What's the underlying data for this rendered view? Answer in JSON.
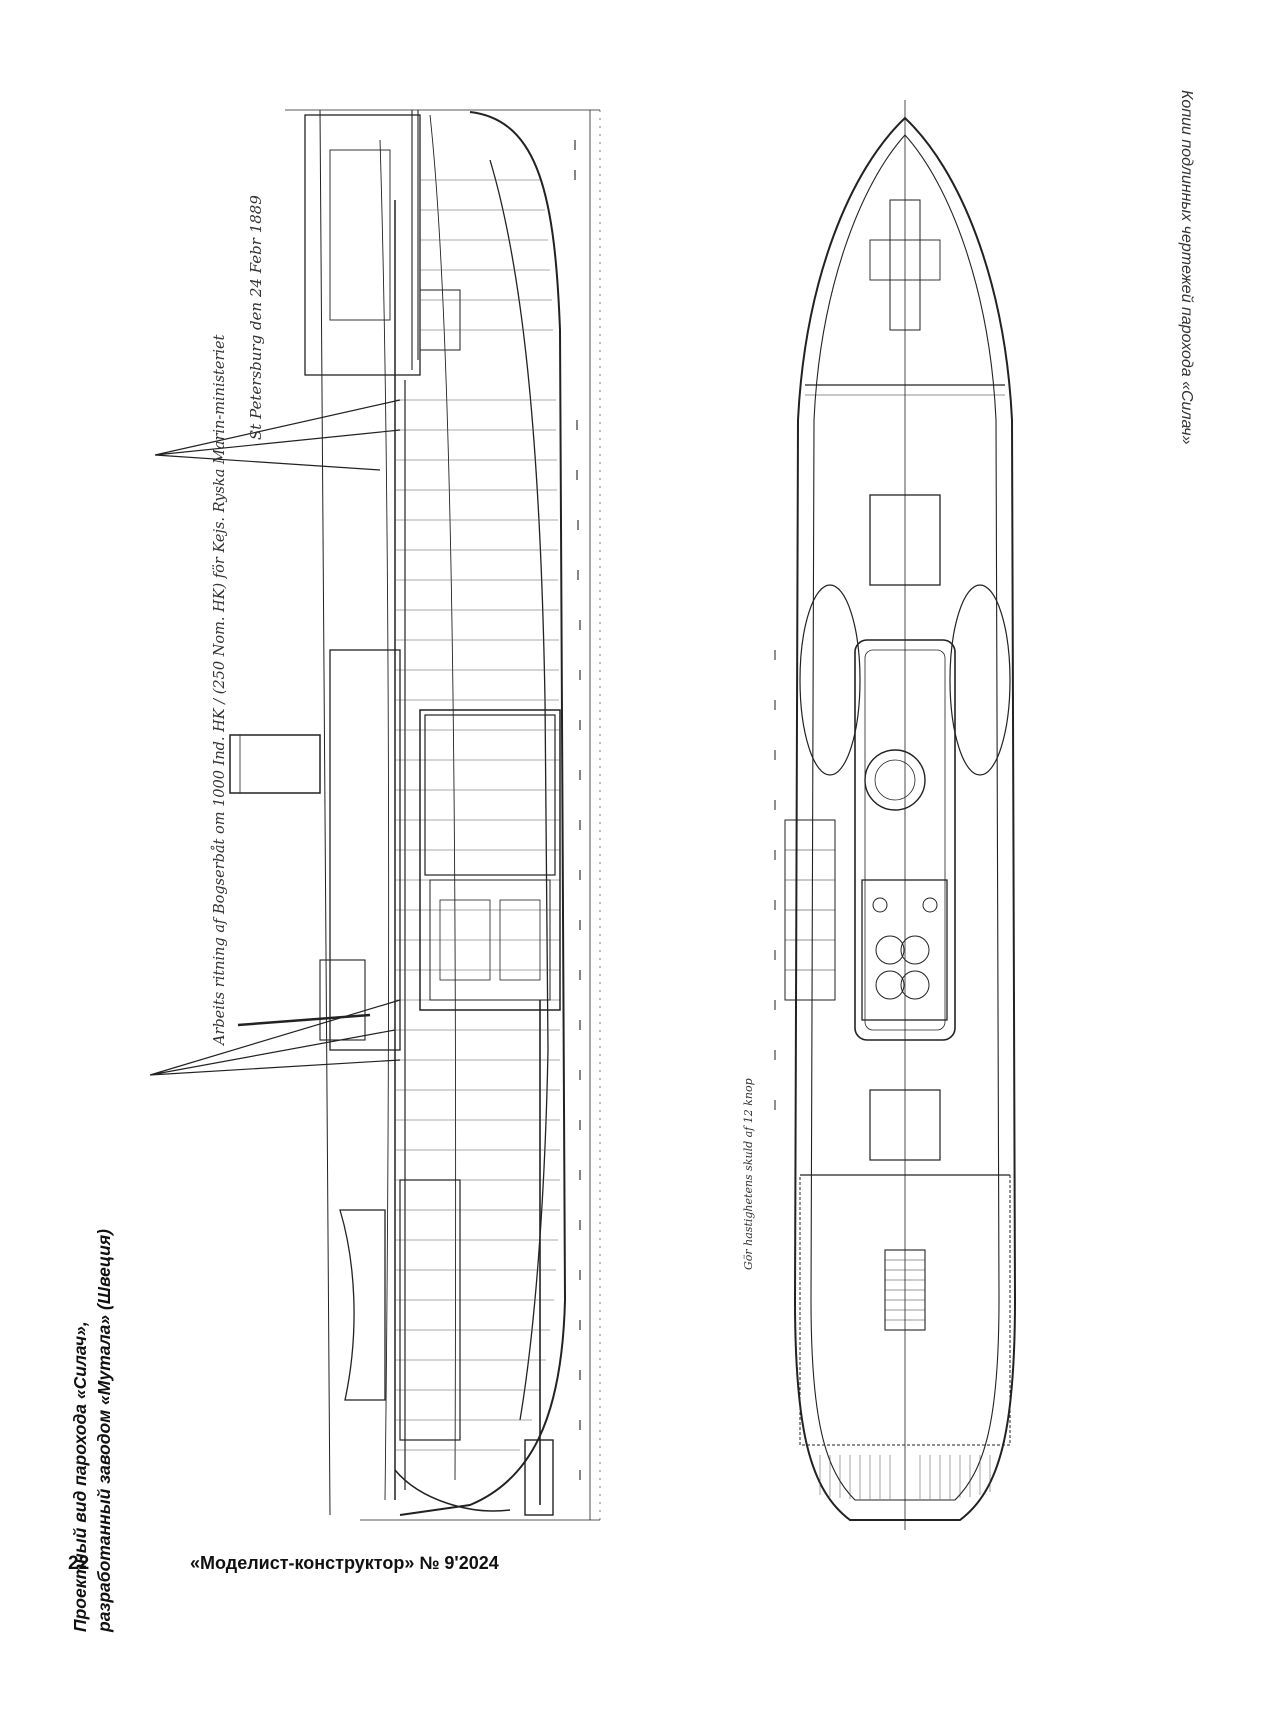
{
  "page": {
    "number": "22",
    "magazine": "«Моделист-конструктор» № 9'2024"
  },
  "captions": {
    "right": "Копии подлинных чертежей парохода «Силач»",
    "left_line1": "Проектный вид парохода «Силач»,",
    "left_line2": "разработанный заводом «Мутала» (Швеция)"
  },
  "drawing_notes": {
    "profile": "Arbeits ritning af Bogserbåt om 1000 Ind. HK / (250 Nom. HK) för Kejs. Ryska Marin-ministeriet",
    "profile_date": "St Petersburg den 24 Febr 1889",
    "plan": "Gör hastighetens skuld af 12 knop"
  }
}
